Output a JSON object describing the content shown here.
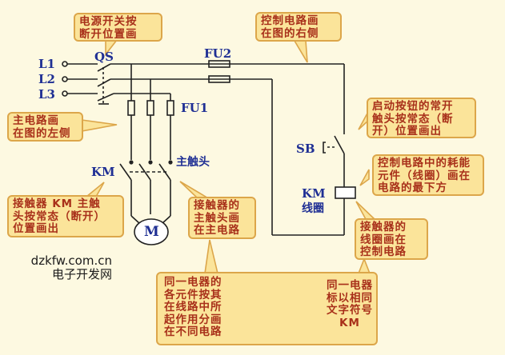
{
  "diagram": {
    "title": "Motor control circuit wiring diagram (main circuit and control circuit)",
    "colors": {
      "background": "#fdf9e1",
      "callout_fill": "#fbe49a",
      "callout_border": "#dca64a",
      "callout_text": "#a8301a",
      "label_text": "#1f2f94",
      "wire": "#222222"
    },
    "line_labels": [
      "L1",
      "L2",
      "L3"
    ],
    "components": {
      "qs": "QS",
      "fu1": "FU1",
      "fu2": "FU2",
      "km_main": "KM",
      "main_contact": "主触头",
      "motor": "M",
      "sb": "SB",
      "km_coil": "KM",
      "coil_label": "线圈"
    },
    "callouts": {
      "qs_note": "电源开关按\n断开位置画",
      "control_right": "控制电路画\n在图的右侧",
      "main_left": "主电路画\n在图的左侧",
      "sb_note": "启动按钮的常开\n触头按常态（断\n开）位置画出",
      "coil_bottom": "控制电路中的耗能\n元件（线圈）画在\n电路的最下方",
      "km_main_note": "接触器 KM 主触\n头按常态（断开）\n位置画出",
      "main_contact_note": "接触器的\n主触头画\n在主电路",
      "coil_note": "接触器的\n线圈画在\n控制电路",
      "same_device_note": "同一电器的\n各元件按其\n在线路中所\n起作用分画\n在不同电路",
      "same_symbol_note": "同一电器\n标以相同\n文字符号\nKM"
    },
    "watermark": {
      "url": "dzkfw.com.cn",
      "name": "电子开发网"
    }
  }
}
